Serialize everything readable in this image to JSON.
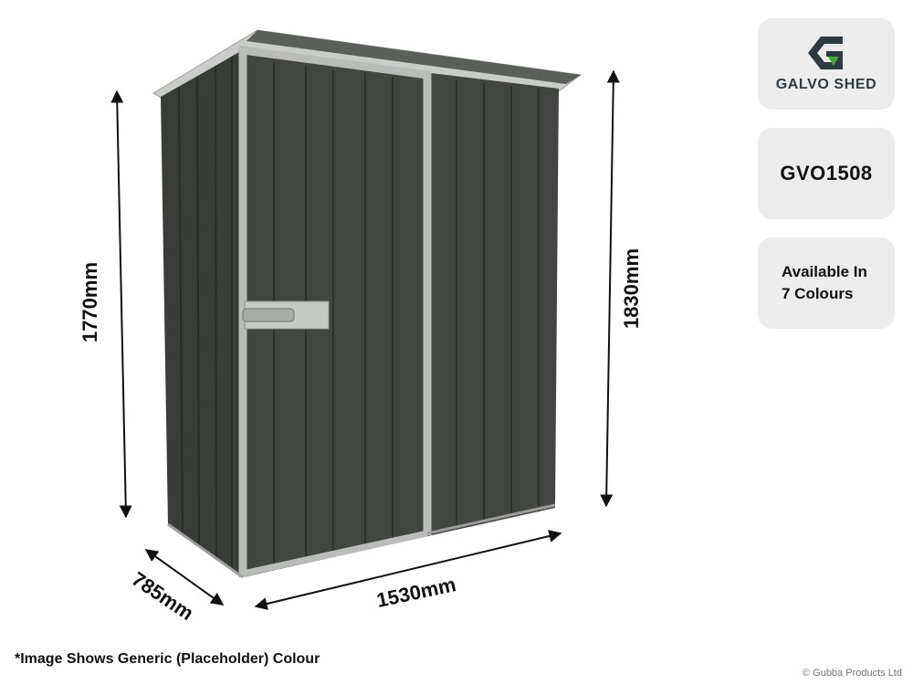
{
  "brand": {
    "name": "GALVO SHED"
  },
  "product_code": "GVO1508",
  "availability": {
    "line1": "Available In",
    "line2": "7 Colours"
  },
  "dimensions": {
    "left_height": "1770mm",
    "right_height": "1830mm",
    "width": "1530mm",
    "depth": "785mm"
  },
  "footnote": "*Image Shows Generic (Placeholder) Colour",
  "copyright": "© Gubba Products Ltd",
  "colors": {
    "shed_body": "#3d3f3d",
    "trim": "#b9bcb9",
    "logo_green": "#3aaa35",
    "logo_dark": "#2f3a40"
  }
}
